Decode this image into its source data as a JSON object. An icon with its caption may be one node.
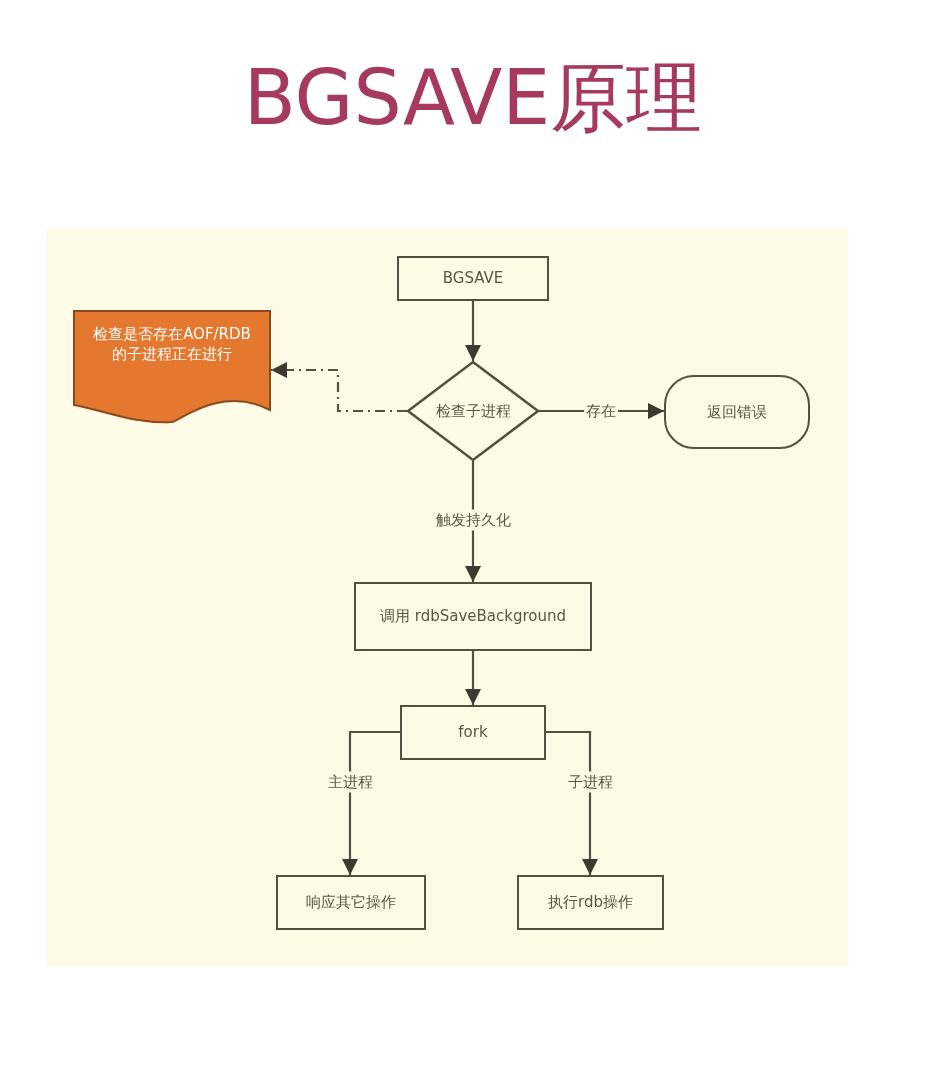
{
  "diagram": {
    "title": "BGSAVE原理",
    "nodes": [
      {
        "text": [
          "BGSAVE"
        ]
      },
      {
        "text": [
          "检查子进程"
        ]
      },
      {
        "text": [
          "检查是否存在AOF/RDB的子进程正在进行"
        ]
      },
      {
        "text": [
          "返回错误"
        ]
      },
      {
        "text": [
          "调用 rdbSaveBackground"
        ]
      },
      {
        "text": [
          "fork"
        ]
      },
      {
        "text": [
          "响应其它操作"
        ]
      },
      {
        "text": [
          "执行rdb操作"
        ]
      }
    ],
    "edges": [
      {
        "from": 0,
        "to": 1,
        "arrow": "to"
      },
      {
        "from": 1,
        "to": 2,
        "arrow": "to",
        "style": "dashed"
      },
      {
        "from": 1,
        "to": 3,
        "arrow": "to",
        "label": "存在"
      },
      {
        "from": 1,
        "to": 4,
        "arrow": "to",
        "label": "触发持久化"
      },
      {
        "from": 4,
        "to": 5,
        "arrow": "to"
      },
      {
        "from": 5,
        "to": 6,
        "arrow": "to",
        "label": "主进程"
      },
      {
        "from": 5,
        "to": 7,
        "arrow": "to",
        "label": "子进程"
      }
    ]
  }
}
